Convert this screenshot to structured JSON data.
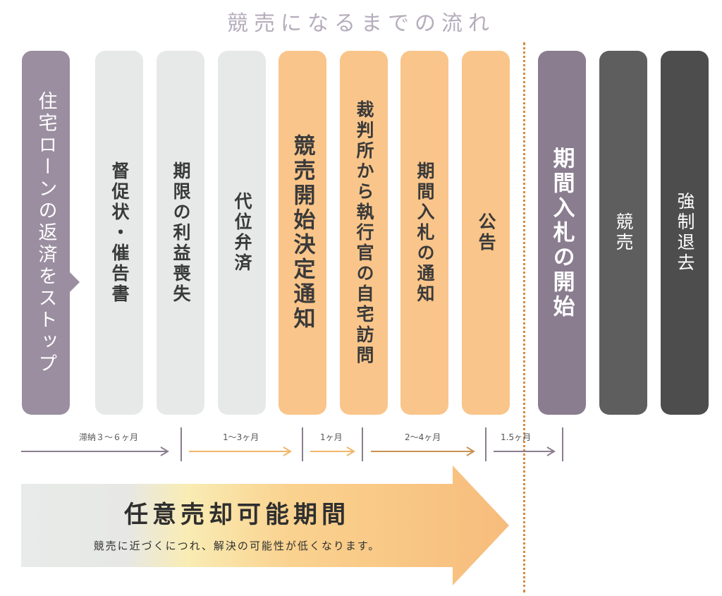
{
  "title": "競売になるまでの流れ",
  "steps": [
    "住宅ローンの返済をストップ",
    "督促状・催告書",
    "期限の利益喪失",
    "代位弁済",
    "競売開始決定通知",
    "裁判所から執行官の自宅訪問",
    "期間入札の通知",
    "公告",
    "期間入札の開始",
    "競売",
    "強制退去"
  ],
  "periods": [
    "滞納３～６ヶ月",
    "1～3ヶ月",
    "1ヶ月",
    "2～4ヶ月",
    "1.5ヶ月"
  ],
  "banner": {
    "title": "任意売却可能期間",
    "subtitle": "競売に近づくにつれ、解決の可能性が低くなります。"
  },
  "colors": {
    "purple": "#9a8ea0",
    "grey": "#e7e9e9",
    "orange": "#f9c58a",
    "dark_purple": "#8a7d8f",
    "dark_grey": "#5e5e5e",
    "dotted_line": "#d58a3e"
  }
}
